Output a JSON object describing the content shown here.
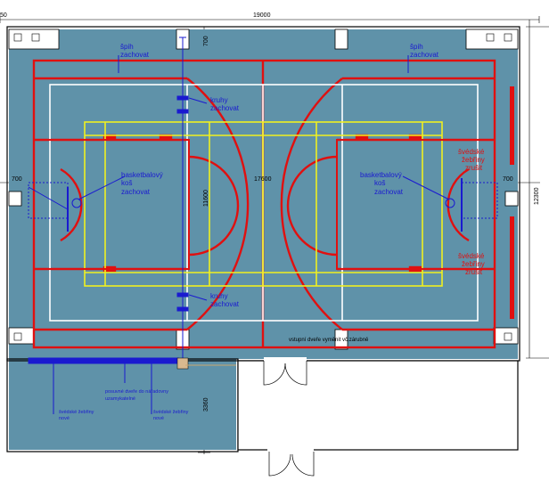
{
  "dimensions": {
    "total_width": "19000",
    "left_small": "50",
    "left_wing": "700",
    "right_wing": "700",
    "mid_width": "17600",
    "total_height": "12300",
    "court_height": "11600",
    "lower_height": "3360",
    "top_gap": "700"
  },
  "labels": {
    "spih_left_line1": "špih",
    "spih_left_line2": "zachovat",
    "spih_right_line1": "špih",
    "spih_right_line2": "zachovat",
    "kruhy_top_line1": "kruhy",
    "kruhy_top_line2": "zachovat",
    "kruhy_bottom_line1": "kruhy",
    "kruhy_bottom_line2": "zachovat",
    "basket_left_line1": "basketbalový",
    "basket_left_line2": "koš",
    "basket_left_line3": "zachovat",
    "basket_right_line1": "basketbalový",
    "basket_right_line2": "koš",
    "basket_right_line3": "zachovat",
    "zebriny_upper_line1": "švédské",
    "zebriny_upper_line2": "žebřiny",
    "zebriny_upper_line3": "zrušit",
    "zebriny_lower_line1": "švédské",
    "zebriny_lower_line2": "žebřiny",
    "zebriny_lower_line3": "zrušit",
    "entry_door": "vstupní dveře vyměnit vč.zárubně",
    "sliding_door_line1": "posuvné dveře do nářadovny",
    "sliding_door_line2": "uzamykatelné",
    "new_bars_left_line1": "švédské žebřiny",
    "new_bars_left_line2": "nové",
    "new_bars_right_line1": "švédské žebřiny",
    "new_bars_right_line2": "nové"
  },
  "colors": {
    "floor": "#5f92a9",
    "court_red": "#e01010",
    "court_yellow": "#f0f020",
    "court_white": "#ffffff",
    "annotation_blue": "#1a1ad0",
    "wall": "#000000"
  }
}
